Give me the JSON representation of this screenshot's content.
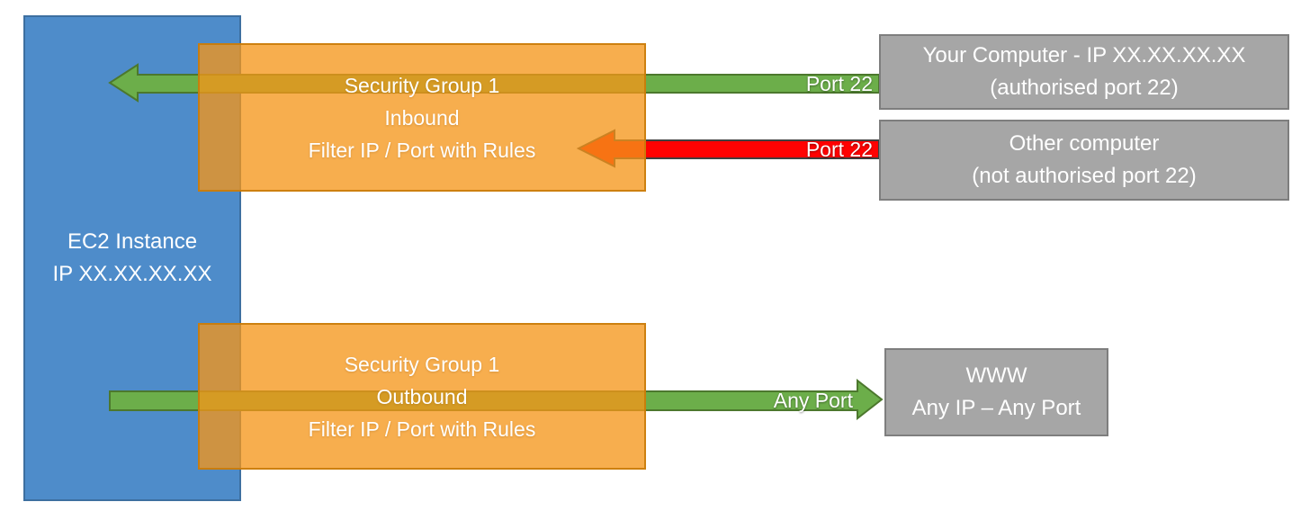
{
  "nodes": {
    "ec2": {
      "line1": "EC2 Instance",
      "line2": "IP XX.XX.XX.XX"
    },
    "sg_inbound": {
      "line1": "Security Group 1",
      "line2": "Inbound",
      "line3": "Filter IP / Port with Rules"
    },
    "sg_outbound": {
      "line1": "Security Group 1",
      "line2": "Outbound",
      "line3": "Filter IP / Port with Rules"
    },
    "your_computer": {
      "line1": "Your Computer - IP XX.XX.XX.XX",
      "line2": "(authorised port 22)"
    },
    "other_computer": {
      "line1": "Other computer",
      "line2": "(not authorised port 22)"
    },
    "www": {
      "line1": "WWW",
      "line2": "Any IP – Any Port"
    }
  },
  "arrow_labels": {
    "inbound_allowed": "Port 22",
    "inbound_blocked": "Port 22",
    "outbound_allowed": "Any Port"
  },
  "colors": {
    "ec2_fill": "#4E8CCA",
    "ec2_border": "#3D6FA0",
    "security_group_fill": "#F49619",
    "security_group_border": "#C77A08",
    "endpoint_fill": "#A6A6A6",
    "endpoint_border": "#7E7E7E",
    "allowed_arrow_fill": "#6CAE4A",
    "allowed_arrow_border": "#4C782D",
    "blocked_arrow_fill": "#FF0202",
    "blocked_arrow_border": "#404040",
    "text": "#FFFFFF"
  }
}
